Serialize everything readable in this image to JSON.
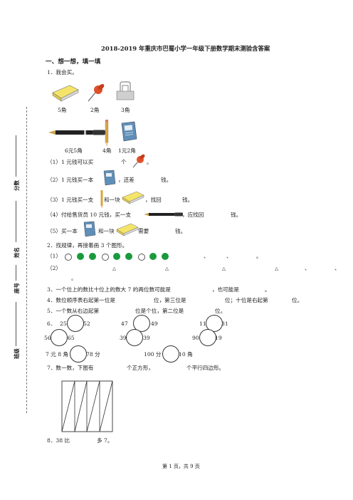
{
  "doc_title": "2018-2019 年重庆市巴蜀小学一年级下册数学期末测验含答案",
  "section1": "一、想一想，填一填",
  "q1": {
    "label": "1．我会买。",
    "prices_row1": [
      "5角",
      "2角",
      "3角"
    ],
    "prices_row2": [
      "6元5角",
      "4角",
      "1元2角"
    ],
    "sub1": {
      "a": "（1）1 元钱可以买",
      "b": "个",
      "c": "。"
    },
    "sub2": {
      "a": "（2）1 元钱买一本",
      "b": "，还差",
      "c": "钱。"
    },
    "sub3": {
      "a": "（3）1 元钱买一支",
      "b": "和一块",
      "c": "，找回",
      "d": "钱。"
    },
    "sub4": {
      "a": "（4）付给售货员 10 元钱，买一支",
      "b": "，应找回",
      "c": "钱。"
    },
    "sub5": {
      "a": "（5）买一本",
      "b": "和一块",
      "c": "需要",
      "d": "钱。"
    }
  },
  "q2": {
    "label": "2．找规律，再接着画 3 个图形。",
    "row1_label": "（1）",
    "row1_dots": [
      "w",
      "g",
      "g",
      "w",
      "g",
      "g",
      "w",
      "g",
      "g"
    ],
    "row1_seps": [
      "、",
      "、",
      "。"
    ],
    "row2_label": "（2）",
    "row2_tri": "△",
    "row2_seps": [
      "、",
      "、"
    ],
    "row2_end": "。"
  },
  "q3": {
    "a": "3．一个位上的数比十位上的数大 7 的两位数可能是",
    "b": "，也可能是",
    "c": "。"
  },
  "q4": {
    "a": "4．数位顺序表右起第一位是",
    "b": "位，第三位是",
    "c": "位；十位是右起第",
    "d": "位。"
  },
  "q5": {
    "a": "5．一个数从右边起第",
    "b": "位是个位，第二位是",
    "c": "位。"
  },
  "q6": {
    "label": "6．",
    "row1": [
      "25",
      "52",
      "47",
      "49",
      "11",
      "31"
    ],
    "row2": [
      "56",
      "65",
      "39",
      "39",
      "90",
      "19"
    ],
    "row3": [
      "7 元 8 角",
      "78 分",
      "100 分",
      "10 角"
    ]
  },
  "q7": {
    "a": "7．数一数，下图有",
    "b": "个正方形，",
    "c": "个平行四边形。"
  },
  "q8": {
    "a": "8．38 比",
    "b": "多 7。"
  },
  "footer": "第 1 页，共 9 页",
  "side_labels": {
    "score": "分数",
    "name": "姓名",
    "seat": "座号",
    "class": "班级"
  }
}
